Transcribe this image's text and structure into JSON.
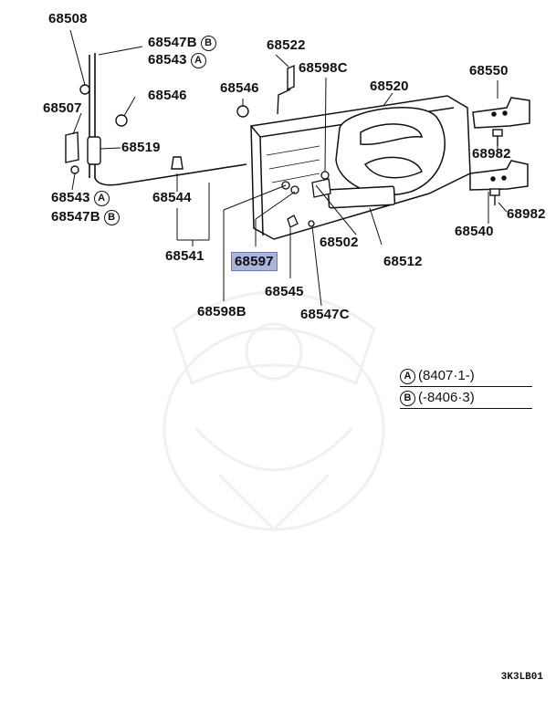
{
  "parts": {
    "p68508": "68508",
    "p68547B_top": "68547B",
    "p68543_top": "68543",
    "p68522": "68522",
    "p68598C": "68598C",
    "p68550": "68550",
    "p68520": "68520",
    "p68546_left": "68546",
    "p68546_right": "68546",
    "p68507": "68507",
    "p68519": "68519",
    "p68982_top": "68982",
    "p68982_bottom": "68982",
    "p68543_bottom": "68543",
    "p68547B_bottom": "68547B",
    "p68544": "68544",
    "p68540": "68540",
    "p68502": "68502",
    "p68512": "68512",
    "p68541": "68541",
    "p68597": "68597",
    "p68545": "68545",
    "p68598B": "68598B",
    "p68547C": "68547C"
  },
  "markers": {
    "a": "A",
    "b": "B"
  },
  "legend": [
    {
      "marker": "A",
      "range": "(8407·1-)"
    },
    {
      "marker": "B",
      "range": "(-8406·3)"
    }
  ],
  "highlight": {
    "part": "68597",
    "color": "#aab4dc"
  },
  "reference_code": "3K3LB01"
}
